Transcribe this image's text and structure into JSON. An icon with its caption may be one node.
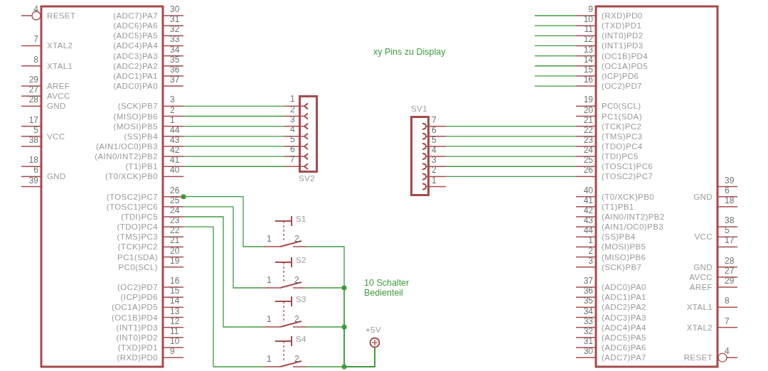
{
  "diagram": {
    "nodes": [
      {
        "text": [
          "RESET",
          "XTAL2",
          "XTAL1",
          "AREF",
          "AVCC",
          "GND",
          "VCC",
          "GND",
          "(ADC7)PA7",
          "(ADC6)PA6",
          "(ADC5)PA5",
          "(ADC4)PA4",
          "(ADC3)PA3",
          "(ADC2)PA2",
          "(ADC1)PA1",
          "(ADC0)PA0",
          "(SCK)PB7",
          "(MISO)PB6",
          "(MOSI)PB5",
          "(SS)PB4",
          "(AIN1/OC0)PB3",
          "(AIN0/INT2)PB2",
          "(T1)PB1",
          "(T0/XCK)PB0",
          "(TOSC2)PC7",
          "(TOSC1)PC6",
          "(TDI)PC5",
          "(TDO)PC4",
          "(TMS)PC3",
          "(TCK)PC2",
          "PC1(SDA)",
          "PC0(SCL)",
          "(OC2)PD7",
          "(ICP)PD6",
          "(OC1A)PD5",
          "(OC1B)PD4",
          "(INT1)PD3",
          "(INT0)PD2",
          "(TXD)PD1",
          "(RXD)PD0",
          "4",
          "7",
          "8",
          "29",
          "27",
          "28",
          "17",
          "5",
          "38",
          "18",
          "6",
          "39",
          "30",
          "31",
          "32",
          "33",
          "34",
          "35",
          "36",
          "37",
          "3",
          "2",
          "1",
          "44",
          "43",
          "42",
          "41",
          "40",
          "26",
          "25",
          "24",
          "23",
          "22",
          "21",
          "20",
          "19",
          "16",
          "15",
          "14",
          "13",
          "12",
          "11",
          "10",
          "9"
        ]
      },
      {
        "text": [
          "SV2",
          "1",
          "2",
          "3",
          "4",
          "5",
          "6",
          "7"
        ]
      },
      {
        "text": [
          "SV1",
          "7",
          "6",
          "5",
          "4",
          "3",
          "2",
          "1"
        ]
      },
      {
        "text": [
          "(RXD)PD0",
          "(TXD)PD1",
          "(INT0)PD2",
          "(INT1)PD3",
          "(OC1B)PD4",
          "(OC1A)PD5",
          "(ICP)PD6",
          "(OC2)PD7",
          "PC0(SCL)",
          "PC1(SDA)",
          "(TCK)PC2",
          "(TMS)PC3",
          "(TDO)PC4",
          "(TDI)PC5",
          "(TOSC1)PC6",
          "(TOSC2)PC7",
          "(T0/XCK)PB0",
          "(T1)PB1",
          "(AIN0/INT2)PB2",
          "(AIN1/OC0)PB3",
          "(SS)PB4",
          "(MOSI)PB5",
          "(MISO)PB6",
          "(SCK)PB7",
          "(ADC0)PA0",
          "(ADC1)PA1",
          "(ADC2)PA2",
          "(ADC3)PA3",
          "(ADC4)PA4",
          "(ADC5)PA5",
          "(ADC6)PA6",
          "(ADC7)PA7",
          "GND",
          "VCC",
          "GND",
          "AVCC",
          "AREF",
          "XTAL1",
          "XTAL2",
          "RESET",
          "9",
          "10",
          "11",
          "12",
          "13",
          "14",
          "15",
          "16",
          "19",
          "20",
          "21",
          "22",
          "23",
          "24",
          "25",
          "26",
          "40",
          "41",
          "42",
          "43",
          "44",
          "1",
          "2",
          "3",
          "37",
          "36",
          "35",
          "34",
          "33",
          "32",
          "31",
          "30",
          "39",
          "6",
          "18",
          "38",
          "5",
          "17",
          "28",
          "27",
          "29",
          "8",
          "7",
          "4"
        ]
      },
      {
        "text": [
          "S1",
          "1",
          "2"
        ]
      },
      {
        "text": [
          "S2",
          "1",
          "2"
        ]
      },
      {
        "text": [
          "S3",
          "1",
          "2"
        ]
      },
      {
        "text": [
          "S4",
          "1",
          "2"
        ]
      },
      {
        "text": [
          "+5V"
        ]
      }
    ],
    "edges": [
      {
        "from": 0,
        "to": 1,
        "arrow": "none"
      },
      {
        "from": 0,
        "to": 1,
        "arrow": "none"
      },
      {
        "from": 0,
        "to": 1,
        "arrow": "none"
      },
      {
        "from": 0,
        "to": 1,
        "arrow": "none"
      },
      {
        "from": 0,
        "to": 1,
        "arrow": "none"
      },
      {
        "from": 0,
        "to": 1,
        "arrow": "none"
      },
      {
        "from": 0,
        "to": 1,
        "arrow": "none"
      },
      {
        "from": 2,
        "to": 3,
        "arrow": "none"
      },
      {
        "from": 2,
        "to": 3,
        "arrow": "none"
      },
      {
        "from": 2,
        "to": 3,
        "arrow": "none"
      },
      {
        "from": 2,
        "to": 3,
        "arrow": "none"
      },
      {
        "from": 2,
        "to": 3,
        "arrow": "none"
      },
      {
        "from": 2,
        "to": 3,
        "arrow": "none"
      },
      {
        "from": 0,
        "to": 4,
        "arrow": "other"
      },
      {
        "from": 0,
        "to": 5,
        "arrow": "none"
      },
      {
        "from": 0,
        "to": 6,
        "arrow": "none"
      },
      {
        "from": 0,
        "to": 7,
        "arrow": "none"
      },
      {
        "from": 4,
        "to": 8,
        "arrow": "none"
      },
      {
        "from": 5,
        "to": 8,
        "arrow": "none"
      },
      {
        "from": 6,
        "to": 8,
        "arrow": "none"
      },
      {
        "from": 7,
        "to": 8,
        "arrow": "none"
      },
      {
        "from": 3,
        "to": null,
        "arrow": "none"
      },
      {
        "from": 3,
        "to": null,
        "arrow": "none"
      },
      {
        "from": 3,
        "to": null,
        "arrow": "none"
      },
      {
        "from": 3,
        "to": null,
        "arrow": "none"
      },
      {
        "from": 3,
        "to": null,
        "arrow": "none"
      },
      {
        "from": 3,
        "to": null,
        "arrow": "none"
      },
      {
        "from": 3,
        "to": null,
        "arrow": "none"
      },
      {
        "from": 3,
        "to": null,
        "arrow": "none"
      }
    ],
    "labels": [
      "xy Pins zu Display",
      "10 Schalter Bedienteil"
    ]
  }
}
